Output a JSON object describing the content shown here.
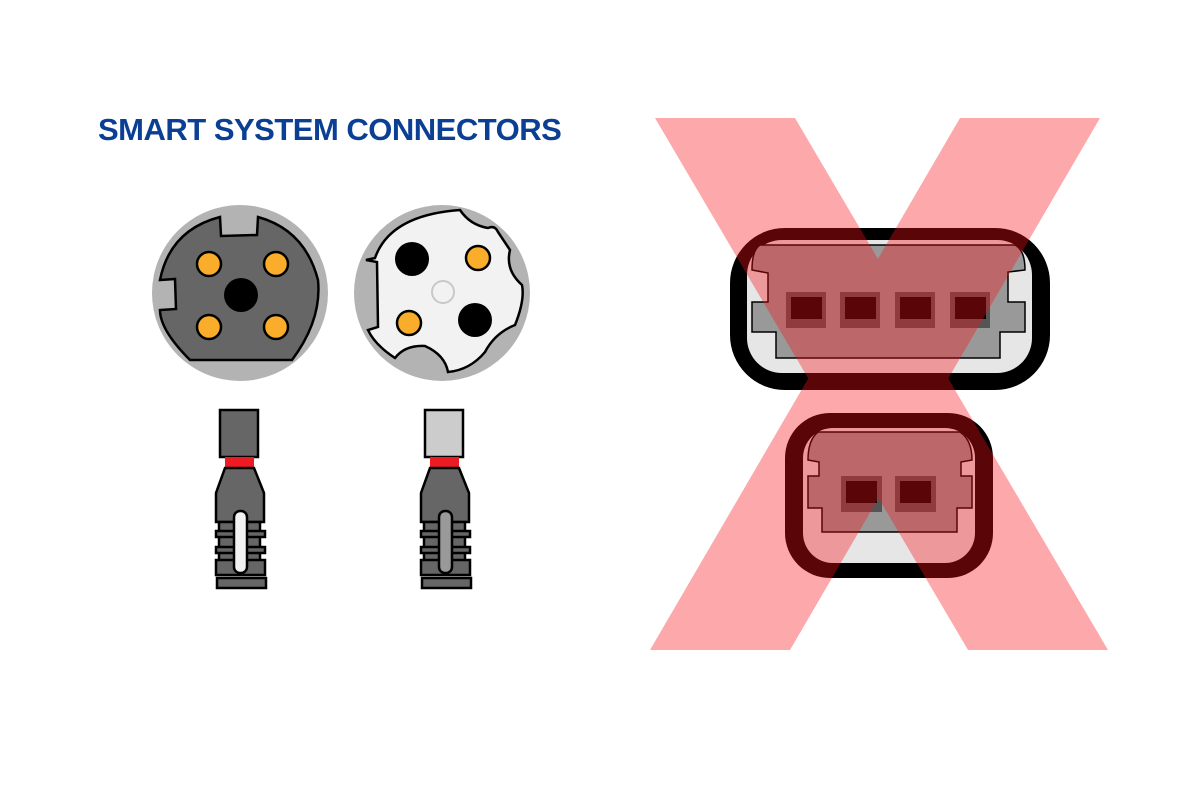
{
  "title": "SMART SYSTEM CONNECTORS",
  "colors": {
    "title": "#0b3f94",
    "pin": "#f9ad2a",
    "housing_dark": "#666666",
    "housing_light": "#f2f2f2",
    "ring": "#b3b3b3",
    "band": "#ed1c24",
    "cross": "#fa0e16"
  },
  "items": [
    {
      "name": "smart-connector-dark",
      "status": "compatible"
    },
    {
      "name": "smart-connector-light",
      "status": "compatible"
    },
    {
      "name": "4-pin-connector",
      "status": "not-compatible",
      "pins": 4
    },
    {
      "name": "2-pin-connector",
      "status": "not-compatible",
      "pins": 2
    }
  ]
}
